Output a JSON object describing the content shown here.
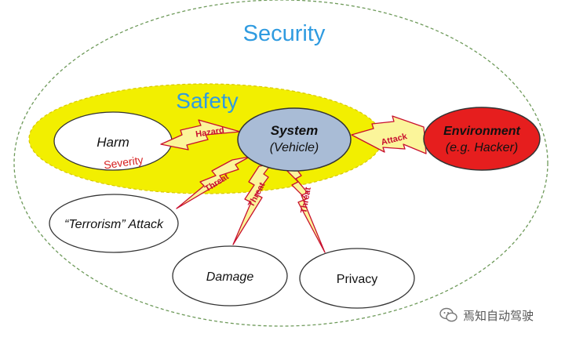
{
  "title_security": "Security",
  "title_safety": "Safety",
  "nodes": {
    "system": {
      "line1": "System",
      "line2": "(Vehicle)"
    },
    "environment": {
      "line1": "Environment",
      "line2": "(e.g. Hacker)"
    },
    "harm": {
      "label": "Harm",
      "sublabel": "Severity"
    },
    "terrorism": {
      "label": "“Terrorism” Attack"
    },
    "damage": {
      "label": "Damage"
    },
    "privacy": {
      "label": "Privacy"
    }
  },
  "links": {
    "hazard": "Hazard",
    "attack": "Attack",
    "threat_terrorism": "Threat",
    "threat_damage": "Threat",
    "threat_privacy": "Threat"
  },
  "watermark": {
    "text": "焉知自动驾驶",
    "icon": "wechat-icon"
  },
  "colors": {
    "security_text": "#2f9be0",
    "safety_fill": "#f2ef00",
    "safety_text": "#2f9be0",
    "system_fill": "#a9bcd6",
    "environment_fill": "#e61e1e",
    "bolt_fill": "#fbf59a",
    "bolt_stroke": "#c8102e",
    "severity_text": "#d62020",
    "dashed_border": "#6e9a5a"
  }
}
